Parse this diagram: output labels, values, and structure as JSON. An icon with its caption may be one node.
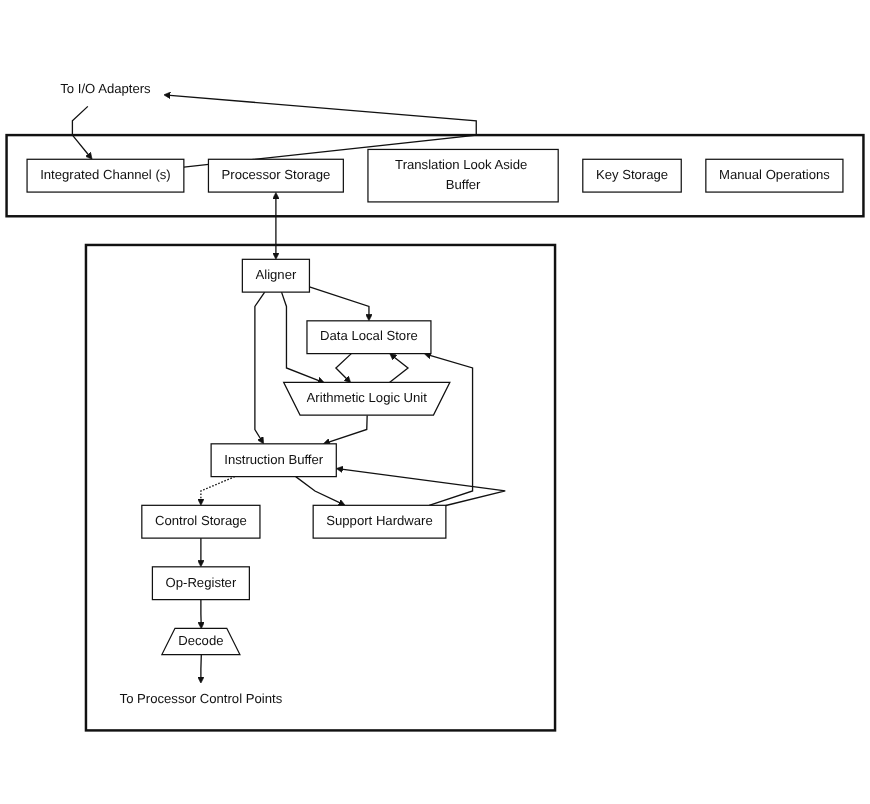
{
  "diagram": {
    "nodes": [
      {
        "text": [
          "To I/O Adapters"
        ]
      },
      {
        "text": [],
        "shape": "box"
      },
      {
        "text": [
          "Integrated Channel (s)"
        ],
        "in": 1
      },
      {
        "text": [
          "Processor Storage"
        ],
        "in": 1
      },
      {
        "text": [
          "Translation Look Aside Buffer"
        ],
        "in": 1
      },
      {
        "text": [
          "Key Storage"
        ],
        "in": 1
      },
      {
        "text": [
          "Manual Operations"
        ],
        "in": 1
      },
      {
        "text": [],
        "shape": "box"
      },
      {
        "text": [
          "Aligner"
        ],
        "in": 7
      },
      {
        "text": [
          "Data Local Store"
        ],
        "in": 7
      },
      {
        "text": [
          "Instruction Buffer"
        ],
        "in": 7
      },
      {
        "text": [
          "Control Storage"
        ],
        "in": 7
      },
      {
        "text": [
          "Arithmetic Logic Unit"
        ],
        "in": 7
      },
      {
        "text": [
          "Support Hardware"
        ],
        "in": 7
      },
      {
        "text": [
          "Op-Register"
        ],
        "in": 7
      },
      {
        "text": [
          "Decode"
        ],
        "in": 7
      },
      {
        "text": [
          "To Processor Control Points"
        ],
        "in": 7
      }
    ],
    "edges": [
      {
        "from": 0,
        "to": 2,
        "arrow": "to"
      },
      {
        "from": 2,
        "to": 0,
        "arrow": "to"
      },
      {
        "from": 3,
        "to": 8,
        "arrow": "both"
      },
      {
        "from": 8,
        "to": 9,
        "arrow": "to"
      },
      {
        "from": 8,
        "to": 10,
        "arrow": "to"
      },
      {
        "from": 8,
        "to": 12,
        "arrow": "to"
      },
      {
        "from": 9,
        "to": 12,
        "arrow": "to"
      },
      {
        "from": 10,
        "to": 13,
        "arrow": "to"
      },
      {
        "from": 10,
        "to": 11,
        "arrow": "to",
        "style": "dashed"
      },
      {
        "from": 12,
        "to": 9,
        "arrow": "to"
      },
      {
        "from": 12,
        "to": 10,
        "arrow": "to"
      },
      {
        "from": 13,
        "to": 9,
        "arrow": "to"
      },
      {
        "from": 13,
        "to": 10,
        "arrow": "to"
      },
      {
        "from": 11,
        "to": 14,
        "arrow": "to"
      },
      {
        "from": 14,
        "to": 15,
        "arrow": "to"
      },
      {
        "from": 15,
        "to": 16,
        "arrow": "to"
      }
    ]
  }
}
